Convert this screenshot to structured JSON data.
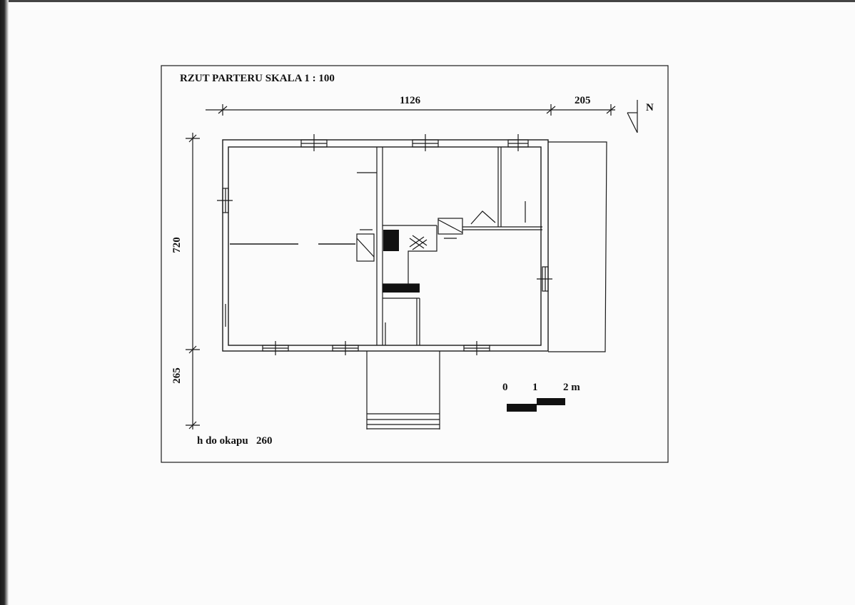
{
  "drawing": {
    "title": "RZUT PARTERU SKALA 1 : 100",
    "dimensions": {
      "width_main": "1126",
      "width_side": "205",
      "depth_main": "720",
      "depth_porch": "265"
    },
    "north_label": "N",
    "scale_bar": {
      "labels": [
        "0",
        "1",
        "2 m"
      ]
    },
    "eave_height": {
      "label": "h do okapu",
      "value": "260"
    }
  },
  "colors": {
    "line": "#1a1a1a",
    "paper": "#fbfbfb",
    "fill": "#111111"
  }
}
